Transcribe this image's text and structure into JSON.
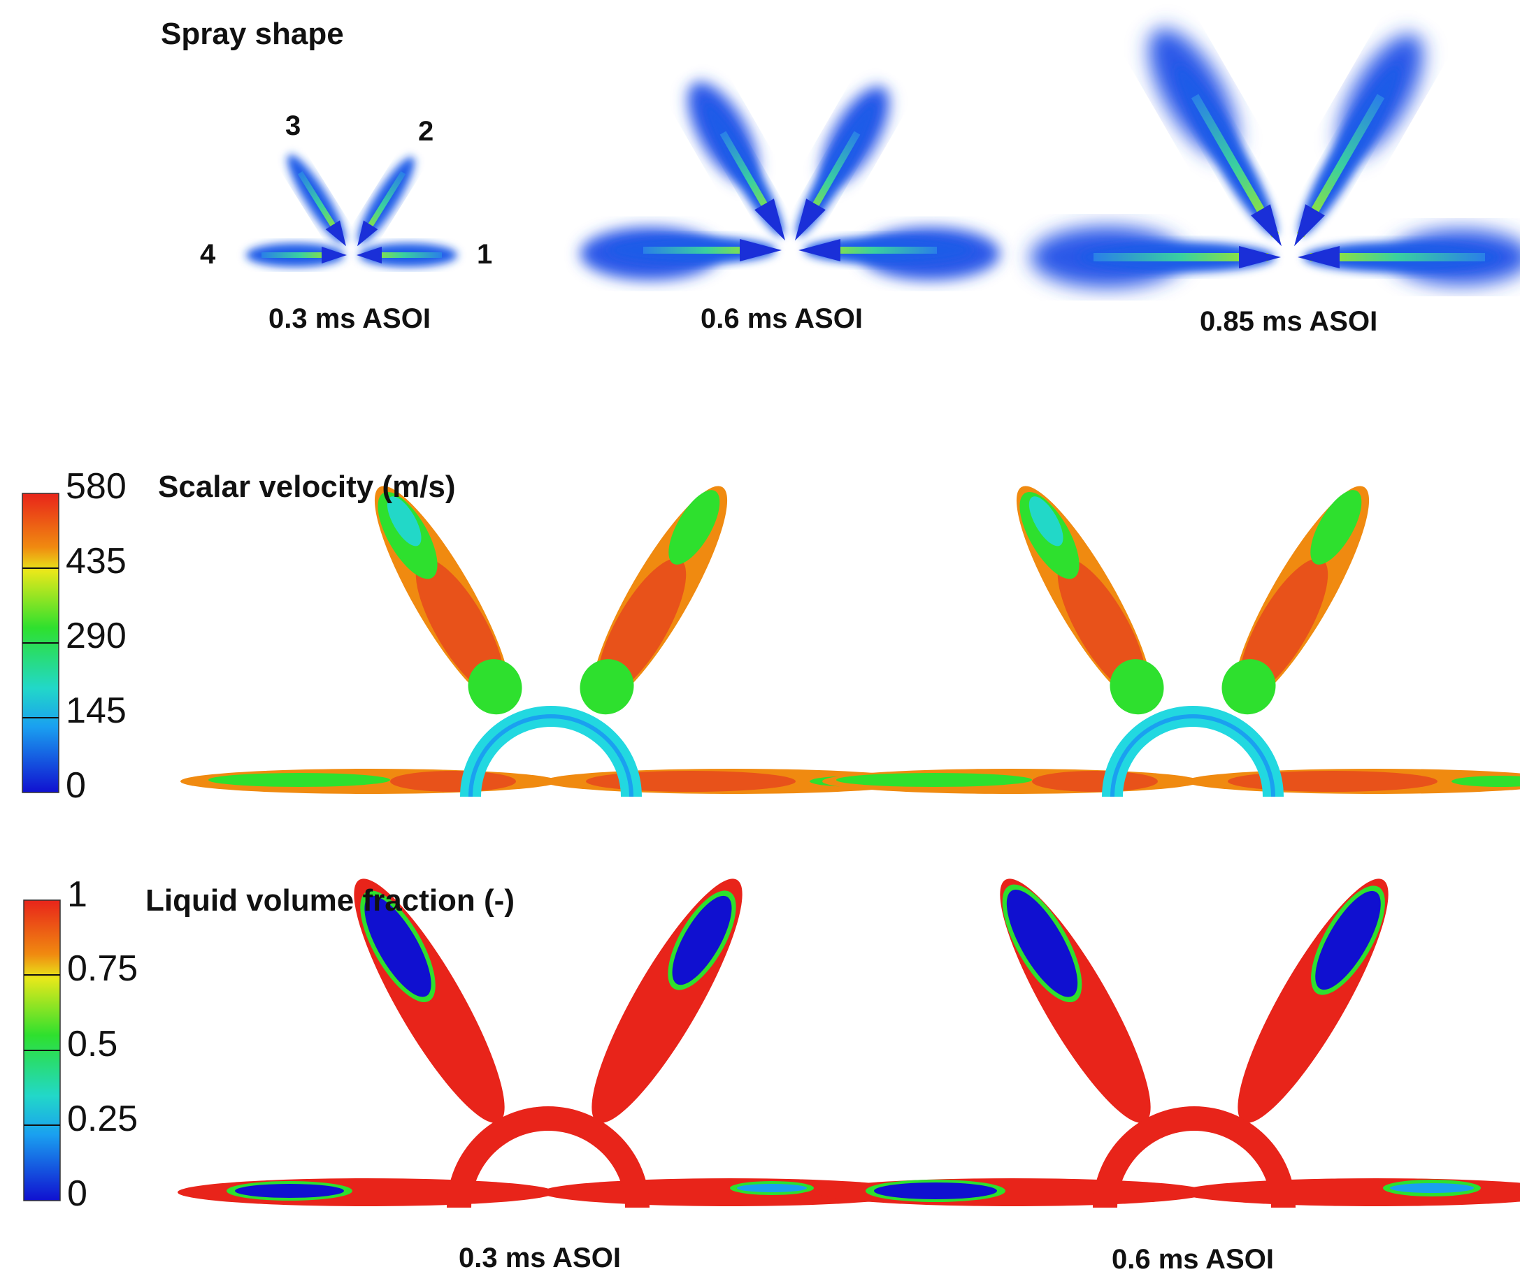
{
  "spray_shape": {
    "title": "Spray shape",
    "plume_numbers": [
      "1",
      "2",
      "3",
      "4"
    ],
    "captions": [
      "0.3 ms ASOI",
      "0.6 ms ASOI",
      "0.85 ms ASOI"
    ],
    "colors": {
      "plume_outer": "#1f4fe0",
      "plume_core": "#3ad0a0",
      "cone": "#1a2fd8"
    }
  },
  "velocity": {
    "title": "Scalar velocity (m/s)",
    "ticks": [
      "580",
      "435",
      "290",
      "145",
      "0"
    ],
    "colormap": [
      "#e8241a",
      "#f08a10",
      "#e8e81a",
      "#2ee02e",
      "#22d8c8",
      "#1aa0f0",
      "#1010d0"
    ]
  },
  "volume_fraction": {
    "title": "Liquid volume fraction (-)",
    "ticks": [
      "1",
      "0.75",
      "0.5",
      "0.25",
      "0"
    ],
    "colormap": [
      "#e8241a",
      "#f08a10",
      "#e8e81a",
      "#2ee02e",
      "#22d8c8",
      "#1aa0f0",
      "#1010d0"
    ]
  },
  "bottom_captions": [
    "0.3 ms ASOI",
    "0.6 ms ASOI"
  ]
}
